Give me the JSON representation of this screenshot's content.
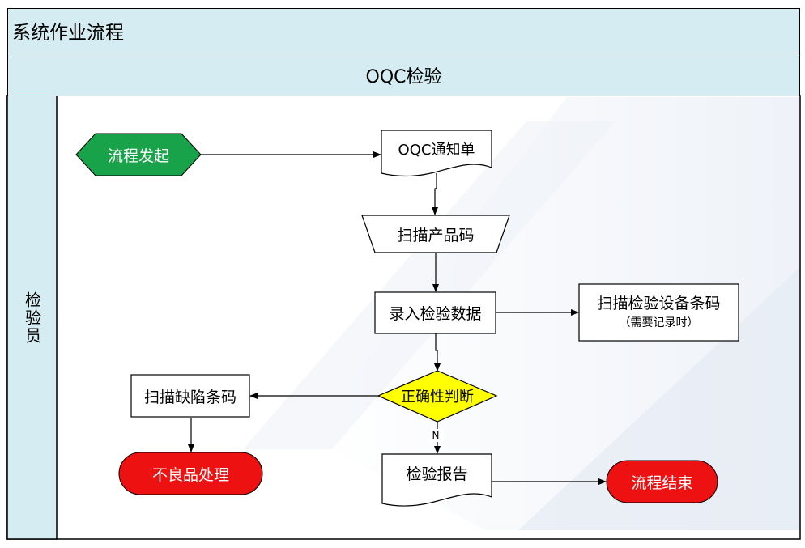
{
  "title": "系统作业流程",
  "section_title": "OQC检验",
  "lane_label": "检验员",
  "nodes": {
    "start": "流程发起",
    "oqc_notice": "OQC通知单",
    "scan_product": "扫描产品码",
    "enter_data": "录入检验数据",
    "scan_equipment": "扫描检验设备条码",
    "scan_equipment_note": "（需要记录时）",
    "judge": "正确性判断",
    "scan_defect": "扫描缺陷条码",
    "defect_handling": "不良品处理",
    "report": "检验报告",
    "end": "流程结束"
  },
  "edge_labels": {
    "no": "N"
  },
  "colors": {
    "header_bg": "#d4ecf2",
    "start_fill": "#18a24a",
    "terminal_fill": "#ee1111",
    "decision_fill": "#ffff00"
  }
}
